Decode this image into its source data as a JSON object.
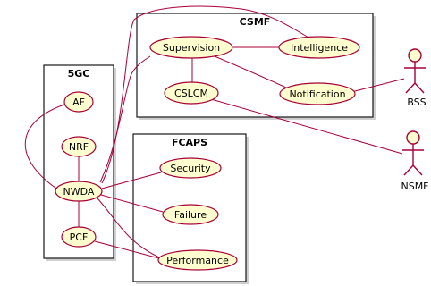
{
  "packages": {
    "csmf": "CSMF",
    "fivegc": "5GC",
    "fcaps": "FCAPS"
  },
  "usecases": {
    "supervision": "Supervision",
    "intelligence": "Intelligence",
    "cslcm": "CSLCM",
    "notification": "Notification",
    "af": "AF",
    "nrf": "NRF",
    "nwda": "NWDA",
    "pcf": "PCF",
    "security": "Security",
    "failure": "Failure",
    "performance": "Performance"
  },
  "actors": {
    "bss": "BSS",
    "nsmf": "NSMF"
  },
  "colors": {
    "usecase_fill": "#FEFECE",
    "border": "#A80036",
    "package_border": "#181818"
  }
}
